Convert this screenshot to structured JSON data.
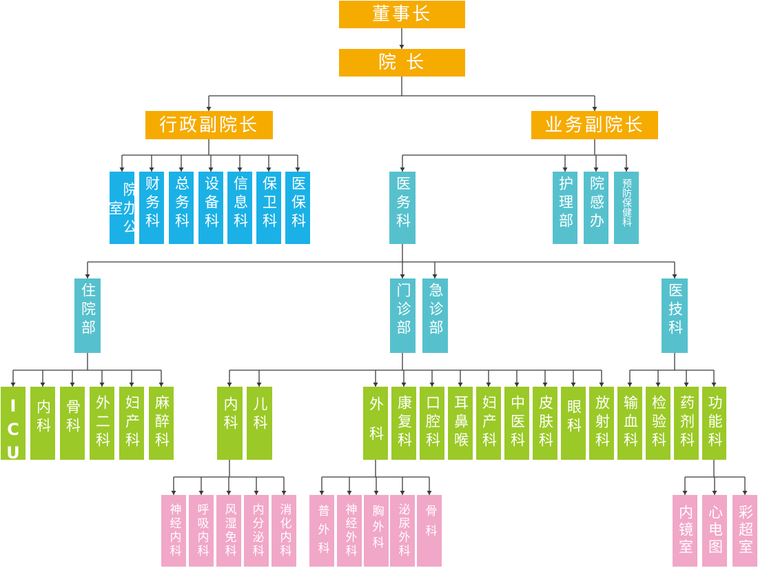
{
  "colors": {
    "top": "#f6ab00",
    "admin_departments": "#1bb1e6",
    "business_departments": "#56c1cd",
    "clinical_departments": "#9bc927",
    "sub_specialties": "#f1a7c7",
    "connector": "#3a3a3a"
  },
  "nodes": {
    "chairman": "董事长",
    "president": "院 长",
    "admin_vp": "行政副院长",
    "business_vp": "业务副院长",
    "admin_dept": {
      "office": "院办公室",
      "finance": "财务科",
      "general_affairs": "总务科",
      "equipment": "设备科",
      "information": "信息科",
      "security": "保卫科",
      "medical_insurance": "医保科"
    },
    "medical_affairs": "医务科",
    "nursing": "护理部",
    "infection_control": "院感办",
    "preventive_care": "预防保健科",
    "inpatient": "住院部",
    "outpatient": "门诊部",
    "emergency": "急诊部",
    "medical_tech": "医技科",
    "inpatient_units": {
      "icu": "ICU",
      "internal": "内科",
      "orthopedics": "骨科",
      "surgery2": "外二科",
      "obgyn": "妇产科",
      "anesthesia": "麻醉科"
    },
    "outpatient_units": {
      "internal": "内科",
      "pediatrics": "儿科",
      "surgery": "外科",
      "rehab": "康复科",
      "stomatology": "口腔科",
      "ent": "耳鼻喉",
      "obgyn": "妇产科",
      "tcm": "中医科",
      "dermatology": "皮肤科",
      "ophthalmology": "眼科",
      "radiology": "放射科"
    },
    "tech_units": {
      "transfusion": "输血科",
      "laboratory": "检验科",
      "pharmacy": "药剂科",
      "function": "功能科"
    },
    "internal_subs": {
      "neurology": "神经内科",
      "respiratory": "呼吸内科",
      "rheumatology": "风湿免科",
      "endocrinology": "内分泌科",
      "gastroenterology": "消化内科"
    },
    "surgery_subs": {
      "general": "普外科",
      "neuro": "神经外科",
      "thoracic": "胸外科",
      "urology": "泌尿外科",
      "ortho": "骨科"
    },
    "function_subs": {
      "endoscopy": "内镜室",
      "ecg": "心电图",
      "ultrasound": "彩超室"
    }
  }
}
